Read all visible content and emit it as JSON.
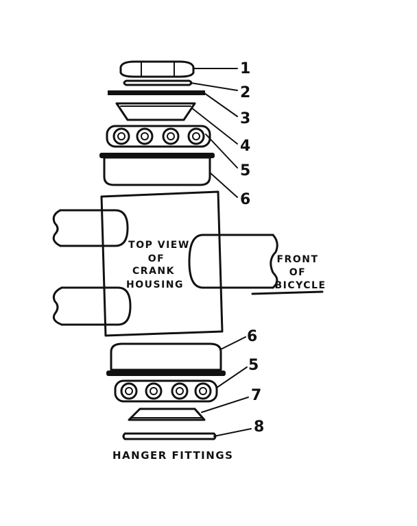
{
  "callouts": {
    "n1": "1",
    "n2": "2",
    "n3": "3",
    "n4": "4",
    "n5_top": "5",
    "n6_top": "6",
    "n6_bottom": "6",
    "n5_bottom": "5",
    "n7": "7",
    "n8": "8"
  },
  "housing_label": {
    "line1": "TOP VIEW",
    "line2": "OF",
    "line3": "CRANK",
    "line4": "HOUSING"
  },
  "front_label": {
    "line1": "FRONT",
    "line2": "OF",
    "line3": "BICYCLE"
  },
  "caption": "HANGER FITTINGS",
  "colors": {
    "ink": "#111111",
    "paper": "#ffffff"
  }
}
